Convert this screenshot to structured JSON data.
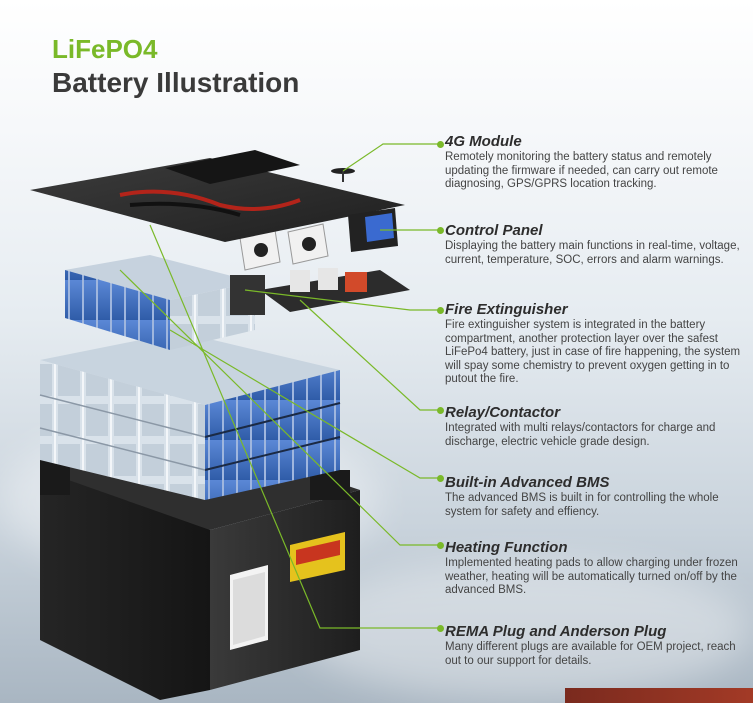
{
  "header": {
    "subtitle": "LiFePO4",
    "title": "Battery Illustration"
  },
  "features": [
    {
      "name": "4G Module",
      "desc": "Remotely monitoring the battery status and remotely updating the firmware if needed, can carry out remote diagnosing, GPS/GPRS location tracking."
    },
    {
      "name": "Control Panel",
      "desc": "Displaying the battery main functions in real-time, voltage, current, temperature, SOC, errors and alarm warnings."
    },
    {
      "name": "Fire Extinguisher",
      "desc": "Fire extinguisher system is integrated in the battery compartment, another protection layer over the safest LiFePo4 battery, just in case of fire happening, the system will spay some chemistry to prevent oxygen getting in to putout the fire."
    },
    {
      "name": "Relay/Contactor",
      "desc": "Integrated with multi relays/contactors for charge and discharge, electric vehicle grade design."
    },
    {
      "name": "Built-in Advanced BMS",
      "desc": "The advanced BMS is built in for controlling the whole system for safety and effiency."
    },
    {
      "name": "Heating Function",
      "desc": "Implemented heating pads to allow charging under frozen weather, heating will be automatically turned on/off by the advanced BMS."
    },
    {
      "name": "REMA Plug and Anderson Plug",
      "desc": "Many different plugs are available for OEM project, reach out to our support for details."
    }
  ],
  "colors": {
    "accent": "#7ab929",
    "title": "#3a3a3a",
    "cell_blue": "#3f6fc4",
    "case": "#2b2b2b"
  }
}
